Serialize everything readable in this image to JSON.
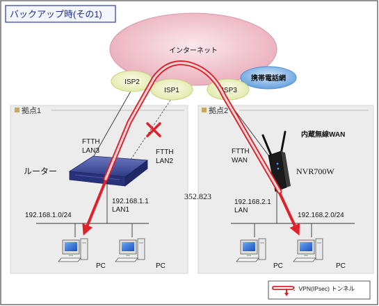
{
  "title": "バックアップ時(その1)",
  "internet": "インターネット",
  "mobile_network": "携帯電話網",
  "isp": [
    "ISP2",
    "ISP1",
    "ISP3"
  ],
  "site1": {
    "label": "拠点1",
    "ftth_lan3": [
      "FTTH",
      "LAN3"
    ],
    "ftth_lan2": [
      "FTTH",
      "LAN2"
    ],
    "router": "ルーター",
    "lan_ip": "192.168.1.1",
    "lan_name": "LAN1",
    "network": "192.168.1.0/24",
    "pc": "PC"
  },
  "site2": {
    "label": "拠点2",
    "wireless_wan": "内蔵無線WAN",
    "ftth_wan": [
      "FTTH",
      "WAN"
    ],
    "device": "NVR700W",
    "lan_ip": "192.168.2.1",
    "lan_name": "LAN",
    "network": "192.168.2.0/24",
    "pc": "PC"
  },
  "stray_number": "352.823",
  "legend": "：VPN(IPsec) トンネル",
  "colors": {
    "tunnel": "#e0202a",
    "internet_cloud": "#f3c7d0",
    "isp_cloud": "#eef3c8",
    "mobile_cloud": "#7fb2e5",
    "site_bg": "#ededed",
    "title_text": "#1a2f8a"
  }
}
